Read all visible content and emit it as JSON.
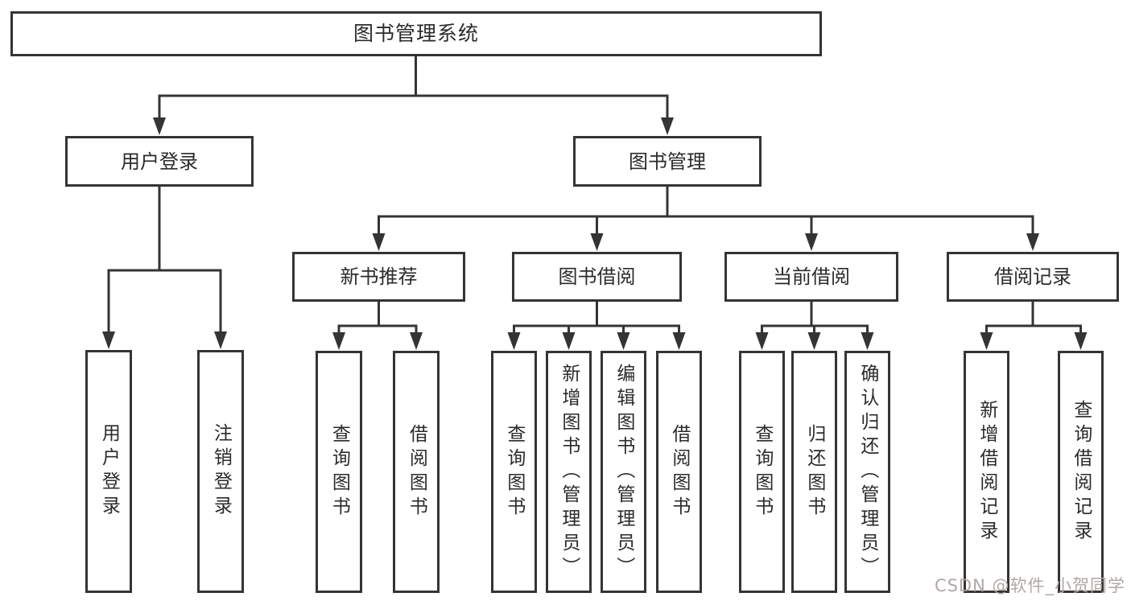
{
  "tree": {
    "root": {
      "label": "图书管理系统",
      "children": [
        {
          "label": "用户登录",
          "children": [
            {
              "label": "用户登录"
            },
            {
              "label": "注销登录"
            }
          ]
        },
        {
          "label": "图书管理",
          "children": [
            {
              "label": "新书推荐",
              "children": [
                {
                  "label": "查询图书"
                },
                {
                  "label": "借阅图书"
                }
              ]
            },
            {
              "label": "图书借阅",
              "children": [
                {
                  "label": "查询图书"
                },
                {
                  "label": "新增图书（管理员）"
                },
                {
                  "label": "编辑图书（管理员）"
                },
                {
                  "label": "借阅图书"
                }
              ]
            },
            {
              "label": "当前借阅",
              "children": [
                {
                  "label": "查询图书"
                },
                {
                  "label": "归还图书"
                },
                {
                  "label": "确认归还（管理员）"
                }
              ]
            },
            {
              "label": "借阅记录",
              "children": [
                {
                  "label": "新增借阅记录"
                },
                {
                  "label": "查询借阅记录"
                }
              ]
            }
          ]
        }
      ]
    }
  },
  "watermark": {
    "text": "CSDN @软件_小贺同学"
  },
  "colors": {
    "line": "#343434",
    "text": "#2b2b2b",
    "background": "#ffffff",
    "watermark": "#b1a7a5"
  }
}
